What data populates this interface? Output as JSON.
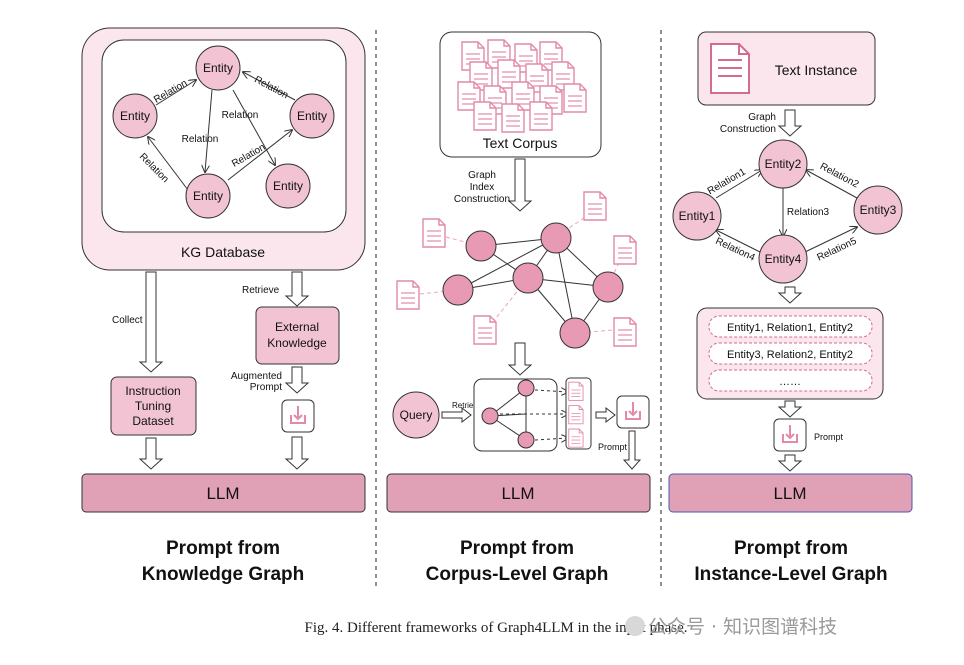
{
  "left_panel": {
    "kg_database_label": "KG Database",
    "entity_label": "Entity",
    "relation_label": "Relation",
    "collect_label": "Collect",
    "retrieve_label": "Retrieve",
    "external_knowledge": [
      "External",
      "Knowledge"
    ],
    "augmented_prompt": [
      "Augmented",
      "Prompt"
    ],
    "instruction_dataset": [
      "Instruction",
      "Tuning",
      "Dataset"
    ],
    "llm_label": "LLM",
    "title": [
      "Prompt from",
      "Knowledge Graph"
    ]
  },
  "middle_panel": {
    "text_corpus_label": "Text Corpus",
    "graph_index_construction": [
      "Graph",
      "Index",
      "Construction"
    ],
    "query_label": "Query",
    "retrieve_label": "Retrieve",
    "prompt_label": "Prompt",
    "llm_label": "LLM",
    "title": [
      "Prompt from",
      "Corpus-Level Graph"
    ]
  },
  "right_panel": {
    "text_instance_label": "Text Instance",
    "graph_construction": [
      "Graph",
      "Construction"
    ],
    "entities": [
      "Entity1",
      "Entity2",
      "Entity3",
      "Entity4"
    ],
    "relations": [
      "Relation1",
      "Relation2",
      "Relation3",
      "Relation4",
      "Relation5"
    ],
    "triples": [
      "Entity1,  Relation1,  Entity2",
      "Entity3,  Relation2,  Entity2",
      "……"
    ],
    "prompt_label": "Prompt",
    "llm_label": "LLM",
    "title": [
      "Prompt from",
      "Instance-Level Graph"
    ]
  },
  "caption": "Fig. 4.  Different frameworks of Graph4LLM in the input phase.",
  "watermark": "公众号 · 知识图谱科技",
  "colors": {
    "pink_fill": "#f2c4d3",
    "light_pink": "#fbe6ee",
    "node_fill": "#e89ab4",
    "border": "#333333",
    "dashed_edge": "#e9a6bd"
  }
}
